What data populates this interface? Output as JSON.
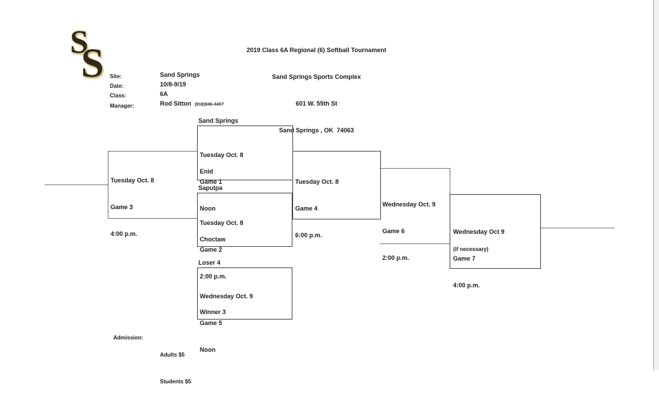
{
  "page": {
    "background": "#ffffff",
    "box_line_color": "#4a4a4a",
    "connector_line_color": "#7a7a7a",
    "text_color": "#1c1c1c",
    "page_edge_color": "#cfcfcf"
  },
  "header": {
    "line1": "2019 Class 6A Regional (6) Softball Tournament",
    "line2": "Sand Springs Sports Complex",
    "line3": "601 W. 55th St",
    "line4": "Sand Springs , OK  74063"
  },
  "logo": {
    "name": "sand-springs-ss-logo",
    "s1": "S",
    "s2": "S",
    "gold": "#d9c98e",
    "dark": "#33291a"
  },
  "info": {
    "rows": [
      {
        "label": "Site:",
        "value": "Sand Springs"
      },
      {
        "label": "Date:",
        "value": "10/8-9/19"
      },
      {
        "label": "Class:",
        "value": "6A"
      },
      {
        "label": "Manager:",
        "value": "Rod Sitton",
        "phone": "(918)946-4407"
      }
    ]
  },
  "bracket": {
    "game1": {
      "top_team": "Sand Springs",
      "line1": "Tuesday Oct. 8",
      "line2": "Game 1",
      "line3": "Noon",
      "bottom_team": "Enid"
    },
    "game2": {
      "top_team": "Sapulpa",
      "line1": "Tuesday Oct. 8",
      "line2": "Game 2",
      "line3": "2:00 p.m.",
      "bottom_team": "Choctaw"
    },
    "game3": {
      "line1": "Tuesday Oct. 8",
      "line2": "Game 3",
      "line3": "4:00 p.m."
    },
    "game4": {
      "line1": "Tuesday Oct. 8",
      "line2": "Game 4",
      "line3": "6:00 p.m."
    },
    "game5": {
      "top_team": "Loser 4",
      "line1": "Wednesday Oct. 9",
      "line2": "Game 5",
      "line3": "Noon",
      "bottom_team": "Winner 3"
    },
    "game6": {
      "line1": "Wednesday Oct. 9",
      "line2": "Game 6",
      "line3": "2:00 p.m."
    },
    "game7": {
      "line1": "Wednesday Oct 9",
      "line2": "Game 7",
      "line3": "4:00 p.m.",
      "note": "(if necessary)"
    }
  },
  "admission": {
    "label": "Admission:",
    "line1": "Adults $5",
    "line2": "Students $5"
  }
}
